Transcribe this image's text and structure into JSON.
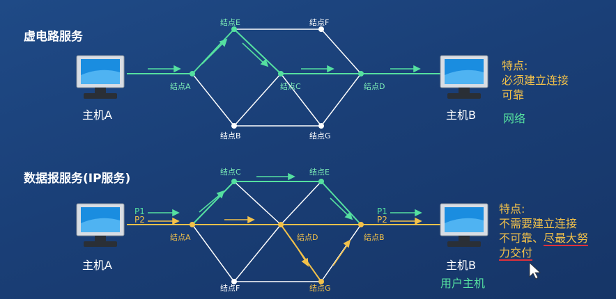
{
  "section1": {
    "title": "虚电路服务",
    "host_a": "主机A",
    "host_b": "主机B",
    "nodes": {
      "A": "结点A",
      "B": "结点B",
      "C": "结点C",
      "D": "结点D",
      "E": "结点E",
      "F": "结点F",
      "G": "结点G"
    },
    "note_title": "特点:",
    "note_line1": "必须建立连接",
    "note_line2": "可靠",
    "note_network": "网络"
  },
  "section2": {
    "title": "数据报服务(IP服务)",
    "host_a": "主机A",
    "host_b": "主机B",
    "host_b_sub": "用户主机",
    "nodes": {
      "A": "结点A",
      "B": "结点B",
      "C": "结点C",
      "D": "结点D",
      "E": "结点E",
      "F": "结点F",
      "G": "结点G"
    },
    "packets": {
      "p1": "P1",
      "p2": "P2"
    },
    "note_title": "特点:",
    "note_line1": "不需要建立连接",
    "note_line2a": "不可靠、",
    "note_line2b": "尽最大努",
    "note_line3": "力交付"
  },
  "colors": {
    "green": "#55e0a0",
    "yellow": "#f2c14a",
    "white": "#ffffff"
  }
}
